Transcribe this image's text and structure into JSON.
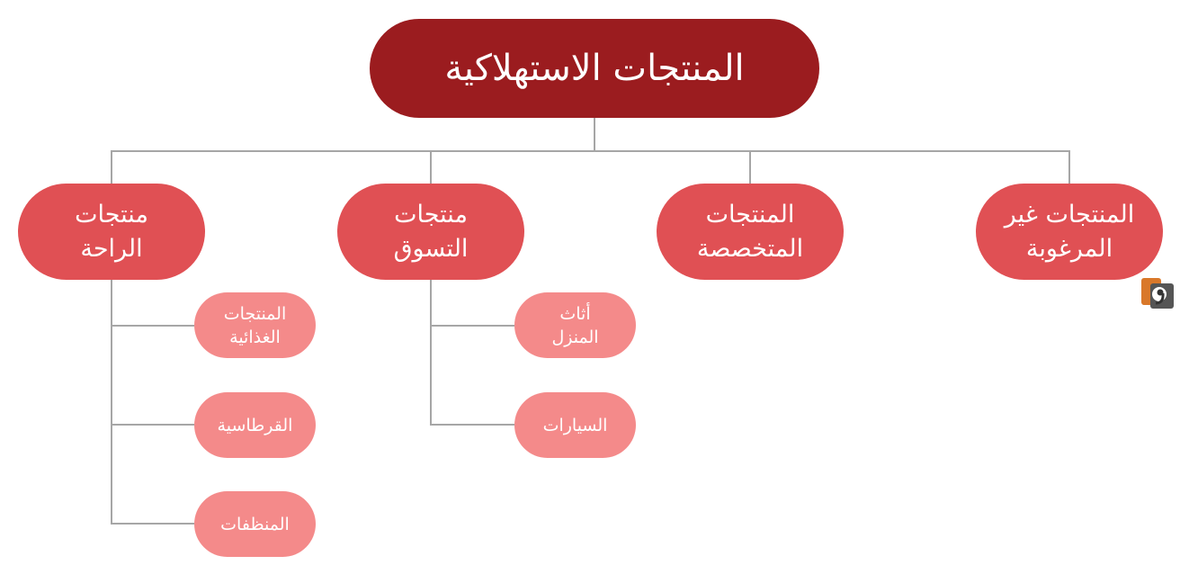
{
  "root": {
    "label": "المنتجات الاستهلاكية"
  },
  "categories": [
    {
      "label": "منتجات الراحة",
      "children": [
        "المنتجات الغذائية",
        "القرطاسية",
        "المنظفات"
      ]
    },
    {
      "label": "منتجات التسوق",
      "children": [
        "أثاث المنزل",
        "السيارات"
      ]
    },
    {
      "label": "المنتجات المتخصصة",
      "children": []
    },
    {
      "label": "المنتجات غير المرغوبة",
      "children": []
    }
  ],
  "colors": {
    "root": "#9b1c1f",
    "category": "#e05054",
    "subcategory": "#f48a8a",
    "connector": "#a6a6a6"
  }
}
